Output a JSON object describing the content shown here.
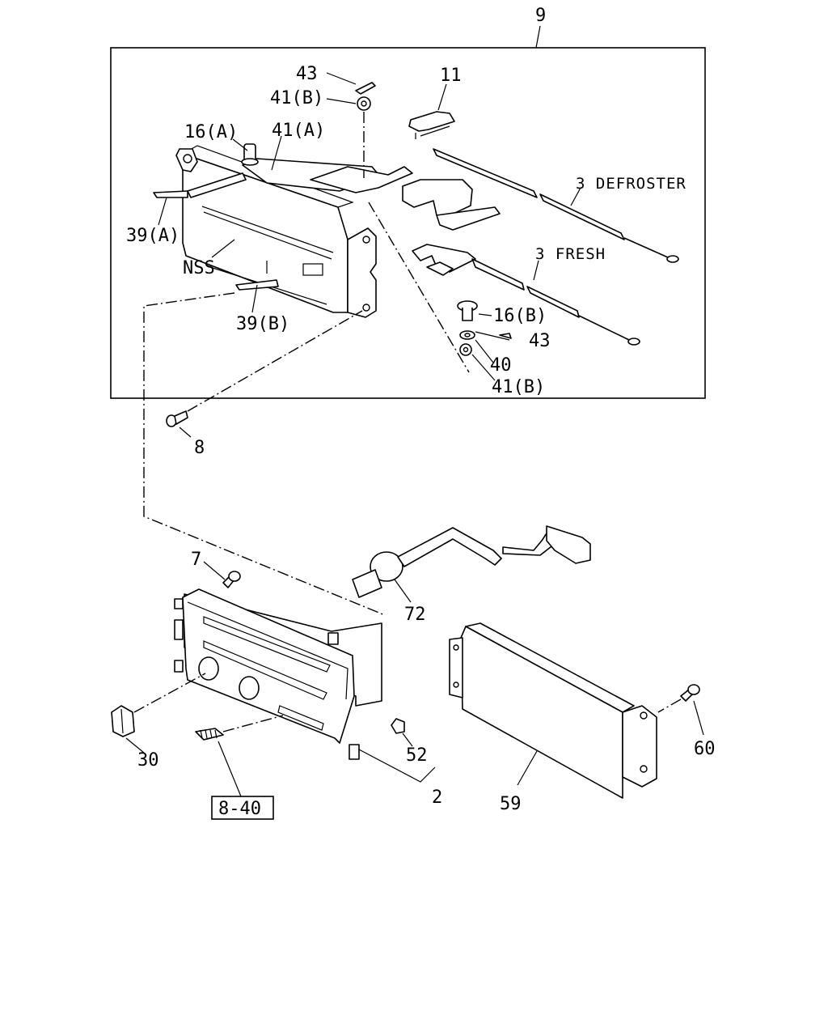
{
  "callouts": {
    "c9": "9",
    "c43_top": "43",
    "c41b_top": "41(B)",
    "c11": "11",
    "c16a": "16(A)",
    "c41a": "41(A)",
    "c3_defroster": "3 DEFROSTER",
    "c39a": "39(A)",
    "nss": "NSS",
    "c3_fresh": "3 FRESH",
    "c16b": "16(B)",
    "c43_bottom": "43",
    "c40": "40",
    "c39b": "39(B)",
    "c41b_bottom": "41(B)",
    "c8": "8",
    "c7": "7",
    "c72": "72",
    "c30": "30",
    "c52": "52",
    "c2": "2",
    "c59": "59",
    "c60": "60",
    "ref_box": "8-40"
  }
}
